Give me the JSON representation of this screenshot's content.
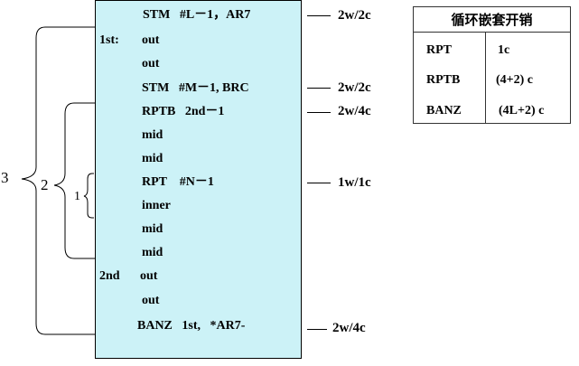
{
  "code_lines": [
    {
      "label": "",
      "code": "STM   #L－1，AR7"
    },
    {
      "label": "1st:",
      "code": "out"
    },
    {
      "label": "",
      "code": "out"
    },
    {
      "label": "",
      "code": "STM   #M－1, BRC"
    },
    {
      "label": "",
      "code": "RPTB   2nd－1"
    },
    {
      "label": "",
      "code": "mid"
    },
    {
      "label": "",
      "code": "mid"
    },
    {
      "label": "",
      "code": "RPT    #N－1"
    },
    {
      "label": "",
      "code": "inner"
    },
    {
      "label": "",
      "code": "mid"
    },
    {
      "label": "",
      "code": "mid"
    },
    {
      "label": "2nd",
      "code": "out"
    },
    {
      "label": "",
      "code": "out"
    },
    {
      "label": "",
      "code": "BANZ   1st,   *AR7-"
    }
  ],
  "cost_notes": [
    "2w/2c",
    "2w/2c",
    "2w/4c",
    "1w/1c",
    "2w/4c"
  ],
  "brace_labels": [
    "3",
    "2",
    "1"
  ],
  "table": {
    "title": "循环嵌套开销",
    "rows": [
      {
        "instr": "RPT",
        "cost": "1c"
      },
      {
        "instr": "RPTB",
        "cost": "(4+2) c"
      },
      {
        "instr": "BANZ",
        "cost": "(4L+2) c"
      }
    ]
  }
}
